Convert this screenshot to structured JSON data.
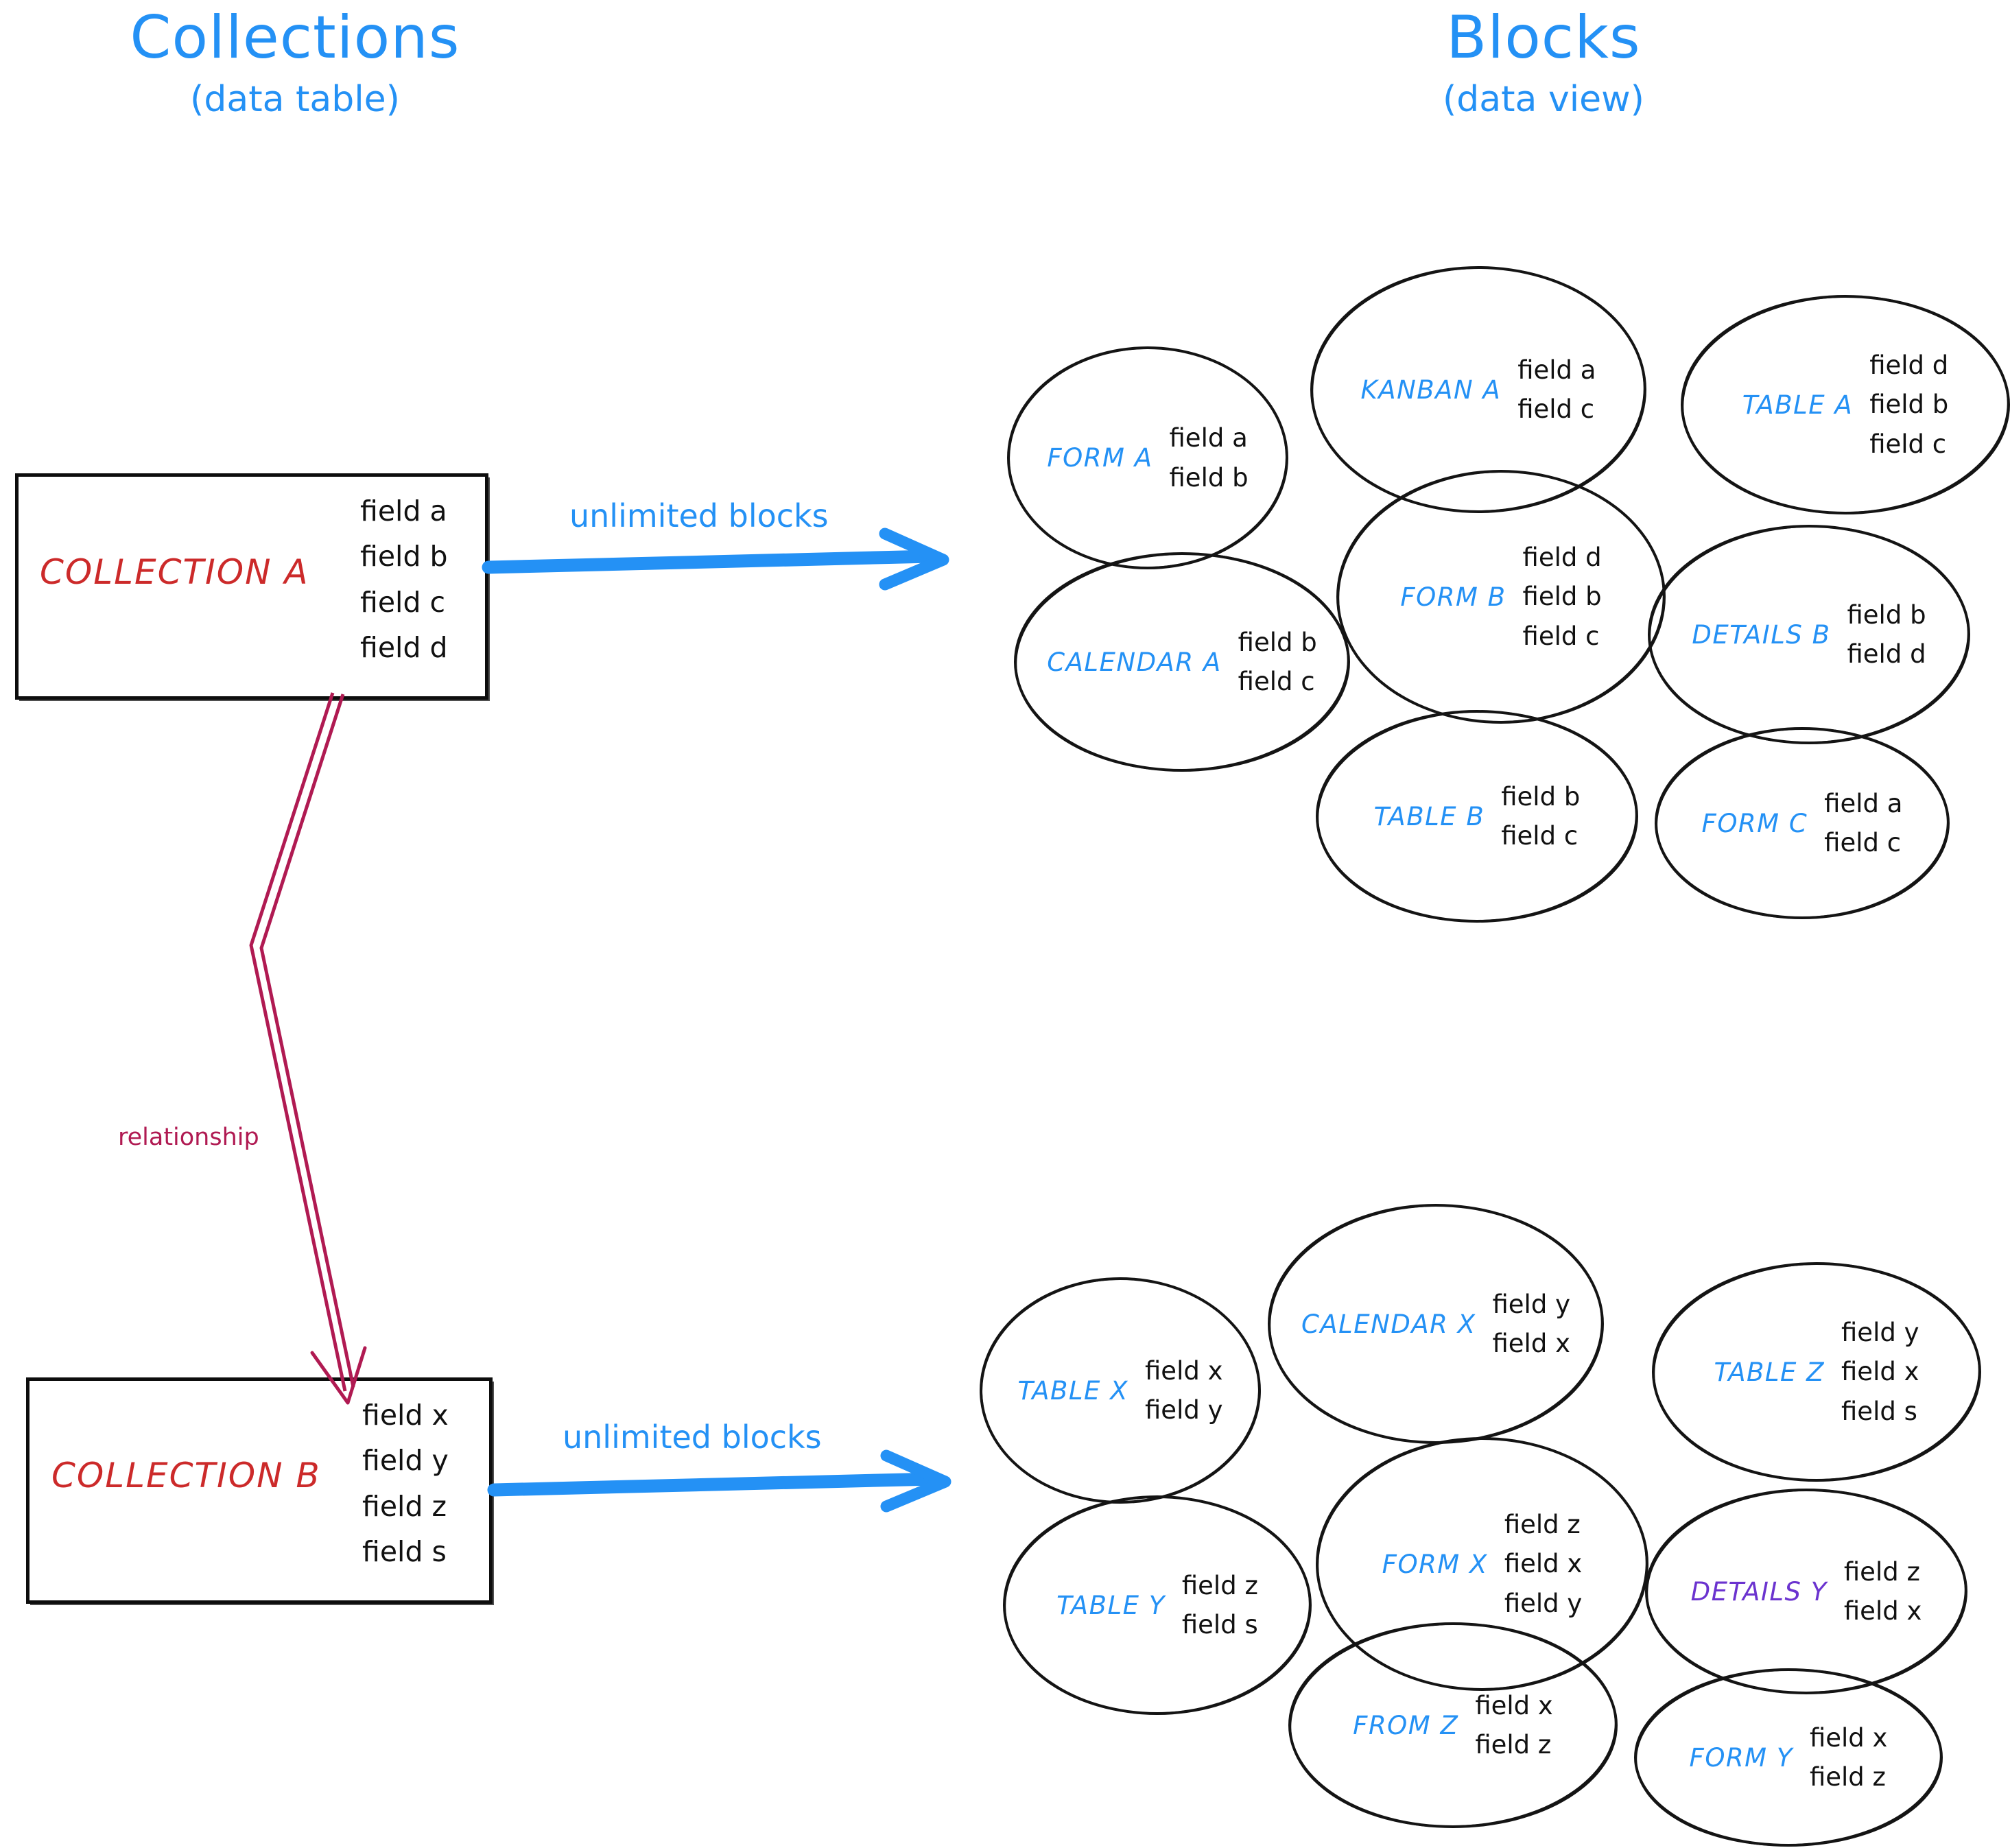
{
  "headings": {
    "left": {
      "main": "Collections",
      "sub": "(data table)"
    },
    "right": {
      "main": "Blocks",
      "sub": "(data view)"
    }
  },
  "colors": {
    "accent_blue": "#2491f5",
    "collection_red": "#cc2a2a",
    "relationship_crimson": "#b01a52",
    "details_y_purple": "#6b33cf",
    "stroke_black": "#141414",
    "background": "#ffffff"
  },
  "collections": [
    {
      "name": "COLLECTION A",
      "fields": [
        "field a",
        "field b",
        "field c",
        "field d"
      ]
    },
    {
      "name": "COLLECTION B",
      "fields": [
        "field x",
        "field y",
        "field z",
        "field s"
      ]
    }
  ],
  "arrows": [
    {
      "label": "unlimited blocks"
    },
    {
      "label": "unlimited blocks"
    }
  ],
  "relationship": {
    "label": "relationship"
  },
  "block_groups": [
    {
      "source": "COLLECTION A",
      "blocks": [
        {
          "label": "FORM A",
          "fields": [
            "field a",
            "field b"
          ]
        },
        {
          "label": "KANBAN A",
          "fields": [
            "field a",
            "field c"
          ]
        },
        {
          "label": "TABLE A",
          "fields": [
            "field d",
            "field b",
            "field c"
          ]
        },
        {
          "label": "CALENDAR A",
          "fields": [
            "field b",
            "field c"
          ]
        },
        {
          "label": "FORM B",
          "fields": [
            "field d",
            "field b",
            "field c"
          ]
        },
        {
          "label": "DETAILS B",
          "fields": [
            "field b",
            "field d"
          ]
        },
        {
          "label": "TABLE B",
          "fields": [
            "field b",
            "field c"
          ]
        },
        {
          "label": "FORM C",
          "fields": [
            "field a",
            "field c"
          ]
        }
      ]
    },
    {
      "source": "COLLECTION B",
      "blocks": [
        {
          "label": "TABLE X",
          "fields": [
            "field x",
            "field y"
          ]
        },
        {
          "label": "CALENDAR X",
          "fields": [
            "field y",
            "field x"
          ]
        },
        {
          "label": "TABLE Z",
          "fields": [
            "field y",
            "field x",
            "field s"
          ]
        },
        {
          "label": "TABLE Y",
          "fields": [
            "field z",
            "field s"
          ]
        },
        {
          "label": "FORM X",
          "fields": [
            "field z",
            "field x",
            "field y"
          ]
        },
        {
          "label": "DETAILS Y",
          "fields": [
            "field z",
            "field x"
          ]
        },
        {
          "label": "FROM Z",
          "fields": [
            "field x",
            "field z"
          ]
        },
        {
          "label": "FORM Y",
          "fields": [
            "field x",
            "field z"
          ]
        }
      ]
    }
  ]
}
